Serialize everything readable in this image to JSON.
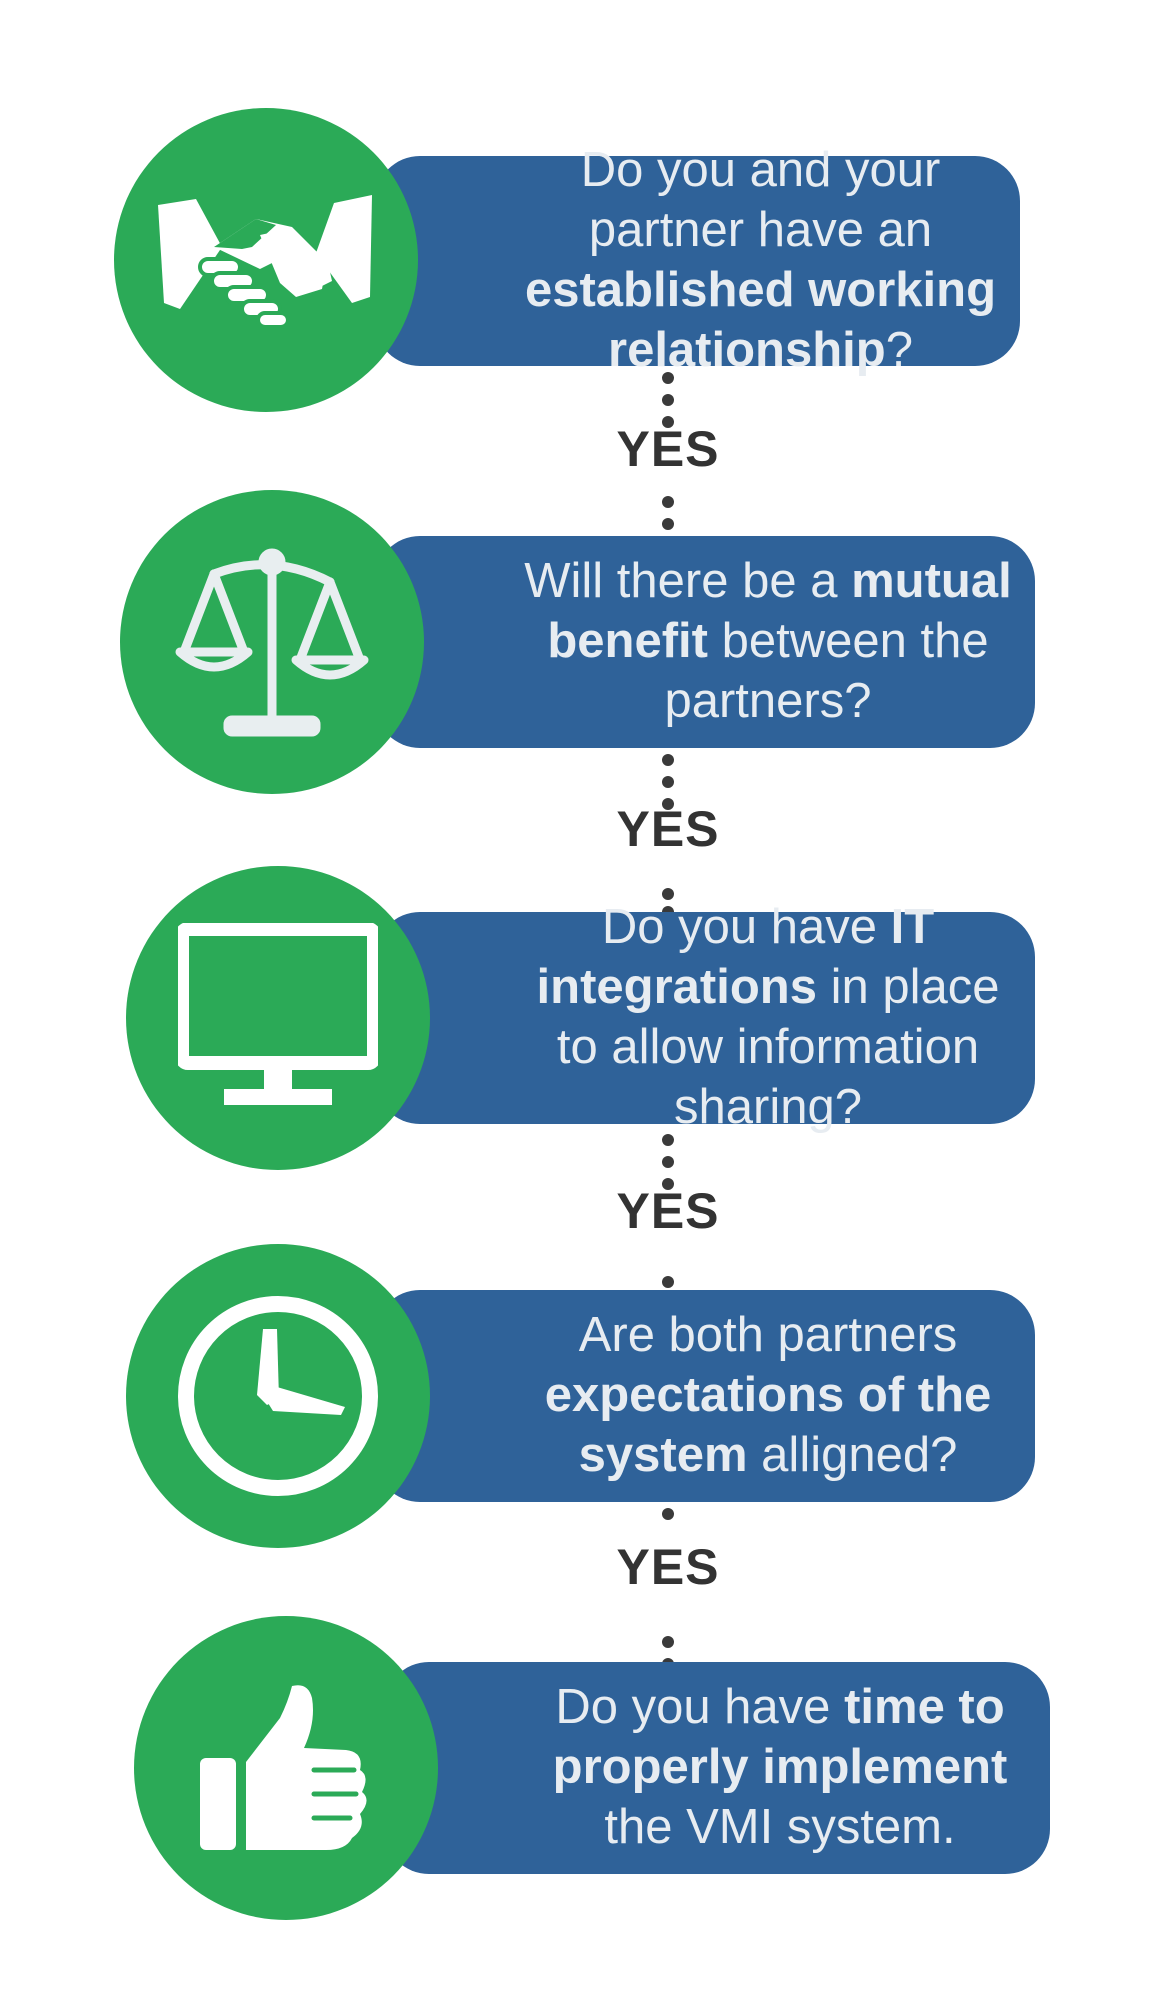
{
  "steps": [
    {
      "icon": "handshake-icon",
      "parts": [
        {
          "text": "Do you and your partner have an ",
          "bold": false
        },
        {
          "text": "established working relationship",
          "bold": true
        },
        {
          "text": "?",
          "bold": false
        }
      ]
    },
    {
      "icon": "scales-icon",
      "parts": [
        {
          "text": "Will there be a  ",
          "bold": false
        },
        {
          "text": "mutual benefit",
          "bold": true
        },
        {
          "text": " between the partners?",
          "bold": false
        }
      ]
    },
    {
      "icon": "monitor-icon",
      "parts": [
        {
          "text": "Do you have ",
          "bold": false
        },
        {
          "text": "IT integrations",
          "bold": true
        },
        {
          "text": " in place to allow information sharing?",
          "bold": false
        }
      ]
    },
    {
      "icon": "clock-icon",
      "parts": [
        {
          "text": "Are both partners ",
          "bold": false
        },
        {
          "text": "expectations of the system",
          "bold": true
        },
        {
          "text": " alligned?",
          "bold": false
        }
      ]
    },
    {
      "icon": "thumbs-up-icon",
      "parts": [
        {
          "text": "Do you have ",
          "bold": false
        },
        {
          "text": "time to properly implement",
          "bold": true
        },
        {
          "text": " the VMI system.",
          "bold": false
        }
      ]
    }
  ],
  "connector_label": "YES",
  "colors": {
    "box": "#2f6299",
    "circle": "#2baa57",
    "text": "#e7ecf1",
    "connector": "#333333"
  }
}
